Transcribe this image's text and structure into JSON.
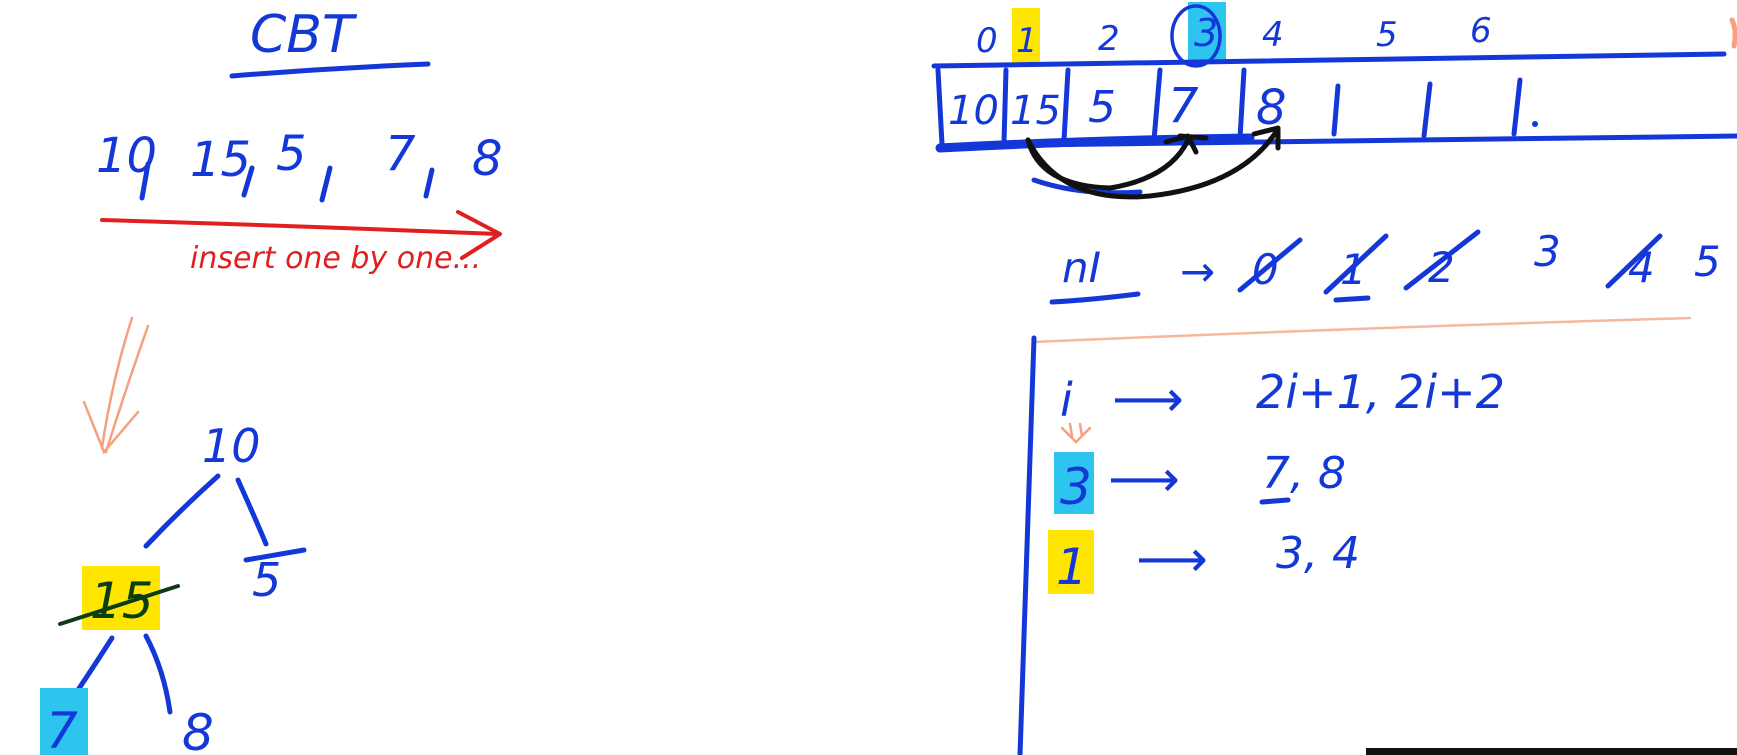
{
  "title": "CBT",
  "sequence": [
    "10",
    "15",
    "5",
    "7",
    "8"
  ],
  "instruction": "insert one by one...",
  "tree": {
    "root": "10",
    "left": "15",
    "right": "5",
    "left_left": "7",
    "left_right": "8"
  },
  "array": {
    "indices": [
      "0",
      "1",
      "2",
      "3",
      "4",
      "5",
      "6"
    ],
    "cells": [
      "10",
      "15",
      "5",
      "7",
      "8"
    ]
  },
  "ni": {
    "label": "nI",
    "arrow": "→",
    "crossed_values": [
      "0",
      "1",
      "2",
      "3",
      "4"
    ],
    "current_value": "5"
  },
  "formula": {
    "var": "i",
    "arrow": "⟶",
    "rhs": "2i+1, 2i+2"
  },
  "examples": [
    {
      "index": "3",
      "children": "7, 8",
      "highlight": "#2ec4f0"
    },
    {
      "index": "1",
      "children": "3, 4",
      "highlight": "#ffe600"
    }
  ],
  "colors": {
    "ink": "#1438d8",
    "red": "#e02020",
    "yellow_highlight": "#ffe600",
    "cyan_highlight": "#2ec4f0",
    "peach": "#f5a07e"
  }
}
